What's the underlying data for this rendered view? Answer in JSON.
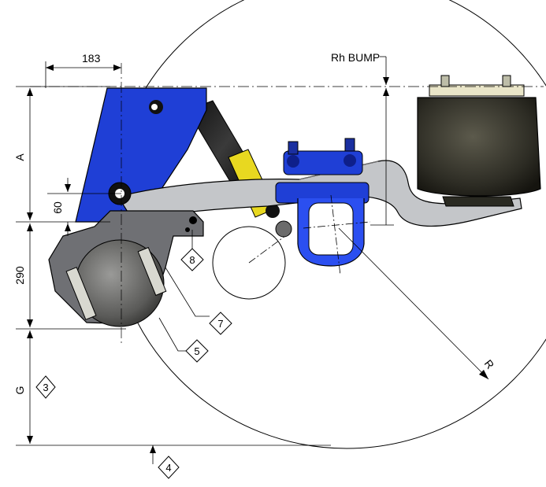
{
  "dimensions": {
    "offset_183": "183",
    "rh_bump": "Rh BUMP",
    "dim_a": "A",
    "dim_60": "60",
    "dim_290": "290",
    "dim_g": "G",
    "radius_r": "R"
  },
  "callouts": {
    "c3": "3",
    "c4": "4",
    "c5": "5",
    "c7": "7",
    "c8": "8"
  },
  "colors": {
    "bracket_blue": "#1f3fd6",
    "bracket_dark_blue": "#0e1f8a",
    "arm_grey": "#bfc1c4",
    "airbag_dark": "#3a3a30",
    "rubber_grey": "#6f7074",
    "shock_yellow": "#e8d820"
  }
}
